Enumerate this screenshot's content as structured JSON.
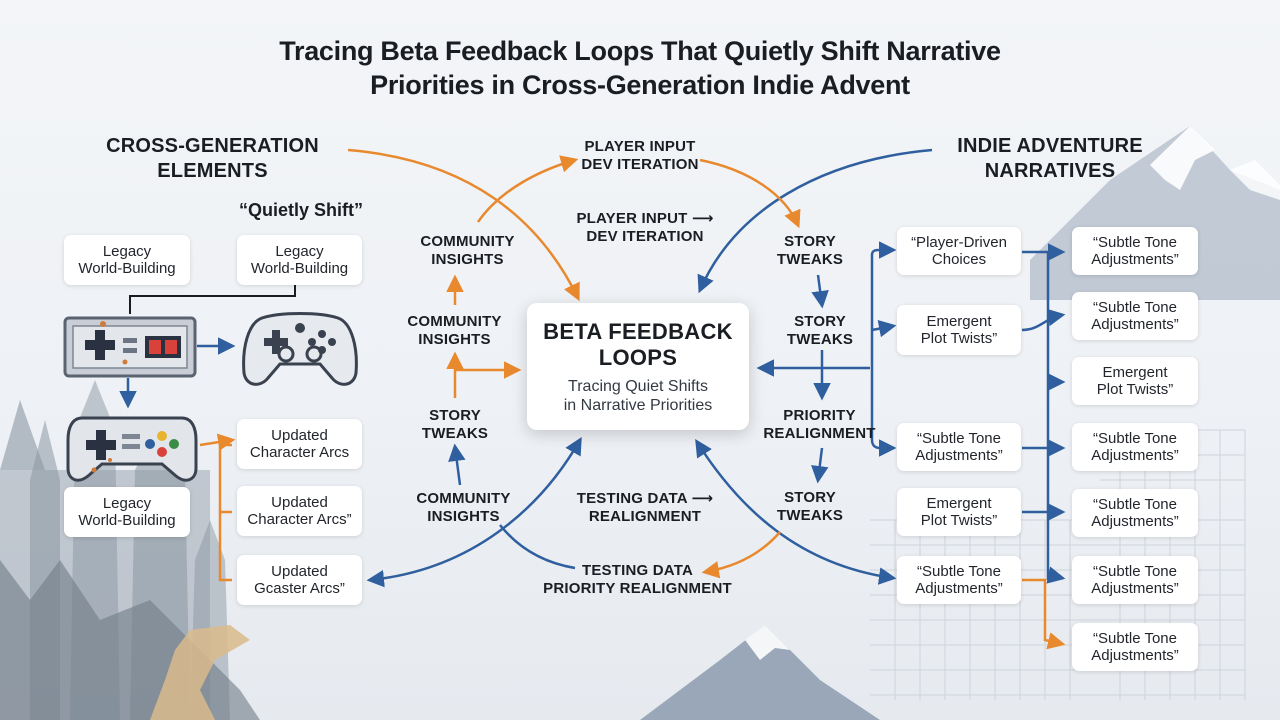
{
  "title": {
    "line1": "Tracing Beta Feedback Loops That Quietly Shift Narrative",
    "line2": "Priorities in Cross-Generation Indie Advent"
  },
  "left_heading": {
    "line1": "CROSS-GENERATION",
    "line2": "ELEMENTS"
  },
  "right_heading": {
    "line1": "INDIE ADVENTURE",
    "line2": "NARRATIVES"
  },
  "quietly_shift": "“Quietly Shift”",
  "left_cards": {
    "legacy_a": {
      "line1": "Legacy",
      "line2": "World-Building"
    },
    "legacy_b": {
      "line1": "Legacy",
      "line2": "World-Building"
    },
    "legacy_c": {
      "line1": "Legacy",
      "line2": "World-Building"
    },
    "updated_a": {
      "line1": "Updated",
      "line2": "Character Arcs"
    },
    "updated_b": {
      "line1": "Updated",
      "line2": "Character Arcs”"
    },
    "updated_c": {
      "line1": "Updated",
      "line2": "Gcaster Arcs”"
    }
  },
  "center": {
    "title_line1": "BETA FEEDBACK",
    "title_line2": "LOOPS",
    "sub_line1": "Tracing Quiet Shifts",
    "sub_line2": "in Narrative Priorities"
  },
  "flow_labels": {
    "player_input_top": {
      "line1": "PLAYER INPUT",
      "line2": "DEV ITERATION"
    },
    "player_input_mid": {
      "line1": "PLAYER INPUT ⟶",
      "line2": "DEV ITERATION"
    },
    "community_1": {
      "line1": "COMMUNITY",
      "line2": "INSIGHTS"
    },
    "community_2": {
      "line1": "COMMUNITY",
      "line2": "INSIGHTS"
    },
    "community_3": {
      "line1": "COMMUNITY",
      "line2": "INSIGHTS"
    },
    "story_left": {
      "line1": "STORY",
      "line2": "TWEAKS"
    },
    "story_r1": {
      "line1": "STORY",
      "line2": "TWEAKS"
    },
    "story_r2": {
      "line1": "STORY",
      "line2": "TWEAKS"
    },
    "story_r3": {
      "line1": "STORY",
      "line2": "TWEAKS"
    },
    "priority": {
      "line1": "PRIORITY",
      "line2": "REALIGNMENT"
    },
    "testing_mid": {
      "line1": "TESTING DATA ⟶",
      "line2": "REALIGNMENT"
    },
    "testing_bottom": {
      "line1": "TESTING DATA",
      "line2": "PRIORITY REALIGNMENT"
    }
  },
  "mid_cards": {
    "player_driven": {
      "line1": "“Player-Driven",
      "line2": "Choices"
    },
    "emergent_1": {
      "line1": "Emergent",
      "line2": "Plot Twists”"
    },
    "subtle_1": {
      "line1": "“Subtle Tone",
      "line2": "Adjustments”"
    },
    "emergent_2": {
      "line1": "Emergent",
      "line2": "Plot Twists”"
    },
    "subtle_2": {
      "line1": "“Subtle Tone",
      "line2": "Adjustments”"
    }
  },
  "right_cards": {
    "r1": {
      "line1": "“Subtle Tone",
      "line2": "Adjustments”"
    },
    "r2": {
      "line1": "“Subtle Tone",
      "line2": "Adjustments”"
    },
    "r3": {
      "line1": "Emergent",
      "line2": "Plot Twists”"
    },
    "r4": {
      "line1": "“Subtle Tone",
      "line2": "Adjustments”"
    },
    "r5": {
      "line1": "“Subtle Tone",
      "line2": "Adjustments”"
    },
    "r6": {
      "line1": "“Subtle Tone",
      "line2": "Adjustments”"
    },
    "r7": {
      "line1": "“Subtle Tone",
      "line2": "Adjustments”"
    }
  },
  "colors": {
    "orange": "#e8892e",
    "blue": "#2f5f9e",
    "card_bg": "#ffffff",
    "mountain": "#8b9aad",
    "forest": "#8d9aa6"
  }
}
